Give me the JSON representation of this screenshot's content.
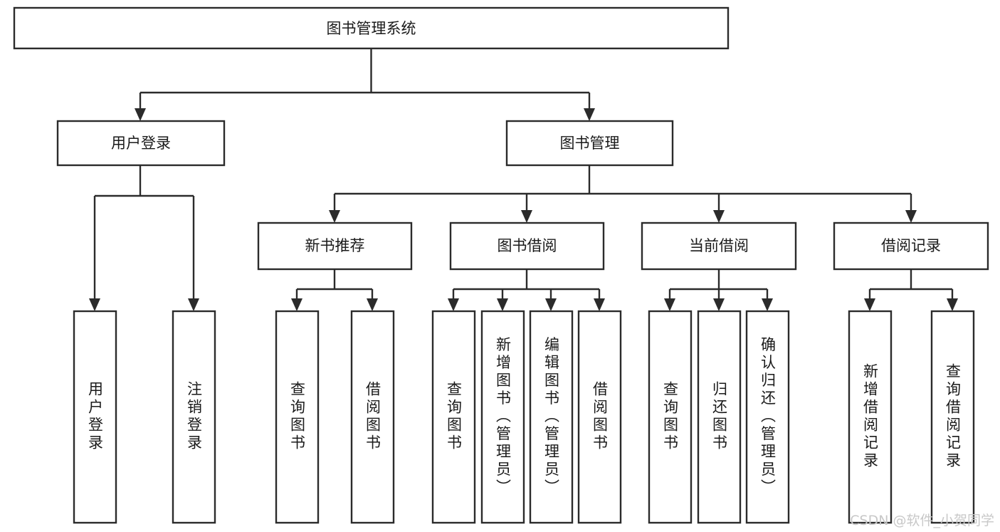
{
  "diagram": {
    "type": "tree",
    "title": "图书管理系统",
    "watermark": "CSDN @软件_小贺同学",
    "colors": {
      "box_stroke": "#2b2b2b",
      "box_fill": "#ffffff",
      "text": "#1a1a1a",
      "watermark": "#c8c8c8",
      "background": "#ffffff"
    },
    "levels": {
      "root": "图书管理系统",
      "level2": [
        "用户登录",
        "图书管理"
      ],
      "level3": [
        "新书推荐",
        "图书借阅",
        "当前借阅",
        "借阅记录"
      ]
    },
    "nodes": {
      "root": {
        "label": "图书管理系统"
      },
      "user_login": {
        "label": "用户登录"
      },
      "book_manage": {
        "label": "图书管理"
      },
      "new_book_rec": {
        "label": "新书推荐"
      },
      "book_borrow": {
        "label": "图书借阅"
      },
      "current_borrow": {
        "label": "当前借阅"
      },
      "borrow_record": {
        "label": "借阅记录"
      },
      "leaf_user_login": {
        "label": "用户登录"
      },
      "leaf_logout": {
        "label": "注销登录"
      },
      "leaf_query_book_1": {
        "label": "查询图书"
      },
      "leaf_borrow_book_1": {
        "label": "借阅图书"
      },
      "leaf_query_book_2": {
        "label": "查询图书"
      },
      "leaf_add_book": {
        "label": "新增图书（管理员）"
      },
      "leaf_edit_book": {
        "label": "编辑图书（管理员）"
      },
      "leaf_borrow_book_2": {
        "label": "借阅图书"
      },
      "leaf_query_book_3": {
        "label": "查询图书"
      },
      "leaf_return_book": {
        "label": "归还图书"
      },
      "leaf_confirm_return": {
        "label": "确认归还（管理员）"
      },
      "leaf_add_record": {
        "label": "新增借阅记录"
      },
      "leaf_query_record": {
        "label": "查询借阅记录"
      }
    },
    "edges": [
      {
        "from": "图书管理系统",
        "to": "用户登录"
      },
      {
        "from": "图书管理系统",
        "to": "图书管理"
      },
      {
        "from": "用户登录",
        "to": "用户登录"
      },
      {
        "from": "用户登录",
        "to": "注销登录"
      },
      {
        "from": "图书管理",
        "to": "新书推荐"
      },
      {
        "from": "图书管理",
        "to": "图书借阅"
      },
      {
        "from": "图书管理",
        "to": "当前借阅"
      },
      {
        "from": "图书管理",
        "to": "借阅记录"
      },
      {
        "from": "新书推荐",
        "to": "查询图书"
      },
      {
        "from": "新书推荐",
        "to": "借阅图书"
      },
      {
        "from": "图书借阅",
        "to": "查询图书"
      },
      {
        "from": "图书借阅",
        "to": "新增图书（管理员）"
      },
      {
        "from": "图书借阅",
        "to": "编辑图书（管理员）"
      },
      {
        "from": "图书借阅",
        "to": "借阅图书"
      },
      {
        "from": "当前借阅",
        "to": "查询图书"
      },
      {
        "from": "当前借阅",
        "to": "归还图书"
      },
      {
        "from": "当前借阅",
        "to": "确认归还（管理员）"
      },
      {
        "from": "借阅记录",
        "to": "新增借阅记录"
      },
      {
        "from": "借阅记录",
        "to": "查询借阅记录"
      }
    ]
  }
}
